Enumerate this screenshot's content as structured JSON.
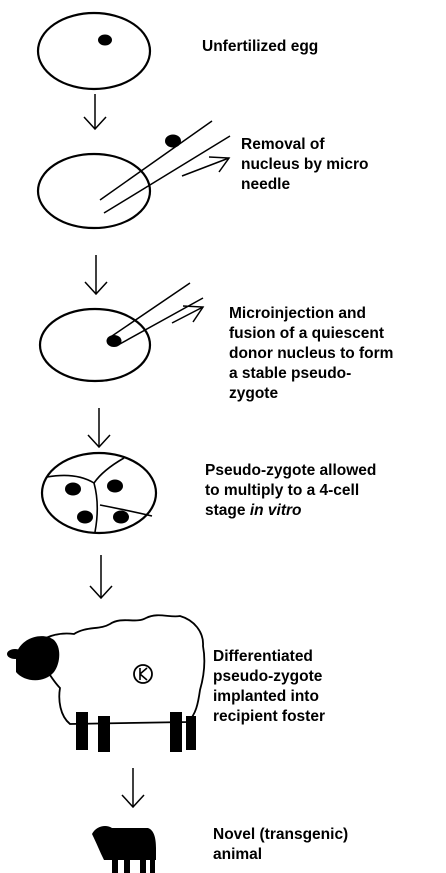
{
  "steps": [
    {
      "lines": [
        "Unfertilized egg"
      ]
    },
    {
      "lines": [
        "Removal of",
        "nucleus by micro",
        "needle"
      ]
    },
    {
      "lines": [
        "Microinjection and",
        "fusion of a quiescent",
        "donor nucleus to form",
        "a stable pseudo-",
        "zygote"
      ]
    },
    {
      "lines": [
        "Pseudo-zygote allowed",
        "to multiply to a 4-cell"
      ],
      "line3_prefix": "stage ",
      "line3_italic": "in vitro"
    },
    {
      "lines": [
        "Differentiated",
        "pseudo-zygote",
        "implanted into",
        "recipient foster"
      ]
    },
    {
      "lines": [
        "Novel (transgenic)",
        "animal"
      ]
    }
  ]
}
